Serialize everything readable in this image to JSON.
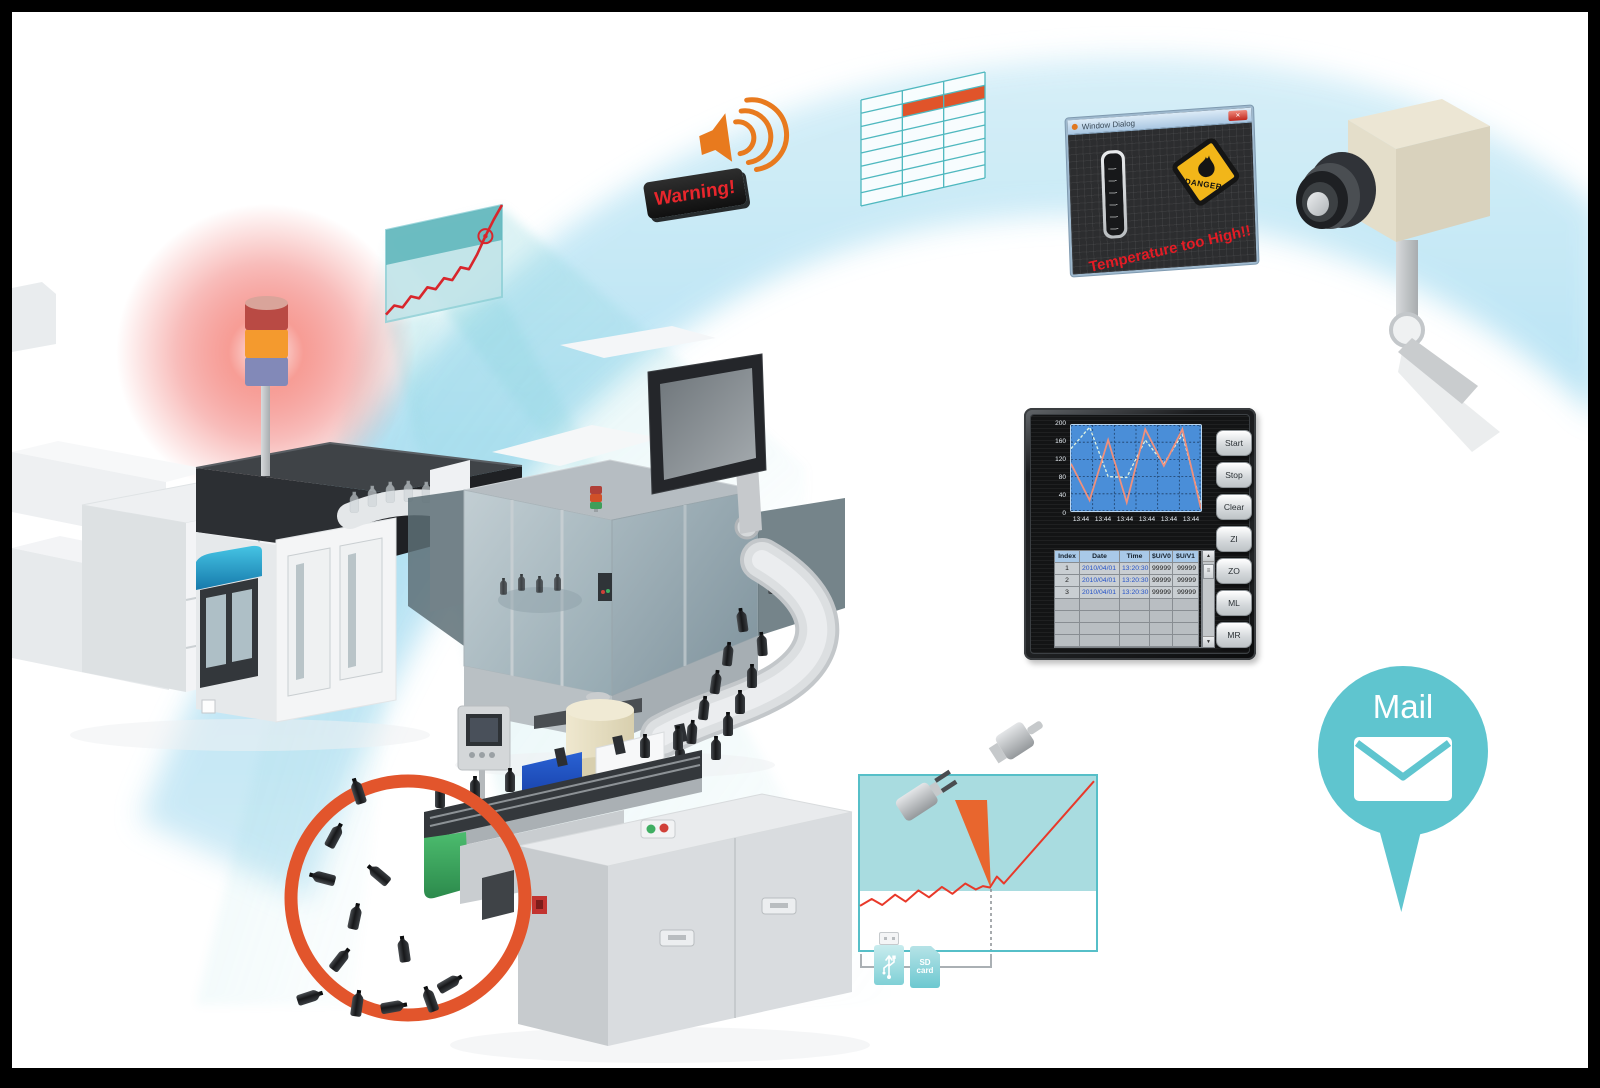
{
  "palette": {
    "accent_orange": "#e0542a",
    "band_blue": "#b5e0f2",
    "beam_teal": "#7fd0d8",
    "alarm_red": "#e0262c",
    "mail_teal": "#5fc5cf",
    "hmi_plot_blue": "#4a8ed8"
  },
  "alerts": {
    "warning_label": "Warning!",
    "speaker_icon": "speaker-with-sound-waves",
    "temperature_window": {
      "title": "Window Dialog",
      "close_icon": "×",
      "danger_sign_label": "DANGER",
      "message": "Temperature too High!!"
    }
  },
  "mail_pin": {
    "label": "Mail",
    "envelope_icon": "envelope"
  },
  "storage": {
    "sd_card_label": "SD card",
    "usb_icon": "usb-flash-drive"
  },
  "hmi_panel": {
    "buttons": [
      "Start",
      "Stop",
      "Clear",
      "ZI",
      "ZO",
      "ML",
      "MR"
    ],
    "icons": {
      "scroll_up": "▲",
      "scroll_down": "▼",
      "scroll_thumb": "≡"
    },
    "table": {
      "headers": [
        "Index",
        "Date",
        "Time",
        "$U/V0",
        "$U/V1"
      ],
      "rows": [
        [
          "1",
          "2010/04/01",
          "13:20:30",
          "99999",
          "99999"
        ],
        [
          "2",
          "2010/04/01",
          "13:20:30",
          "99999",
          "99999"
        ],
        [
          "3",
          "2010/04/01",
          "13:20:30",
          "99999",
          "99999"
        ]
      ],
      "empty_row_count": 4
    }
  },
  "chart_data": [
    {
      "id": "hmi_trend",
      "type": "line",
      "x_labels": [
        "13:44",
        "13:44",
        "13:44",
        "13:44",
        "13:44",
        "13:44"
      ],
      "y_ticks": [
        "200",
        "160",
        "120",
        "80",
        "40",
        "0"
      ],
      "ylim": [
        0,
        200
      ],
      "plot_bg": "#4a8ed8",
      "grid": true,
      "legend": false,
      "series": [
        {
          "name": "$U/V0",
          "color": "#f0907c",
          "style": "solid",
          "values": [
            110,
            25,
            165,
            20,
            190,
            105,
            190,
            5
          ]
        },
        {
          "name": "$U/V1",
          "color": "#dff2e2",
          "style": "dashed",
          "values": [
            145,
            195,
            80,
            78,
            165,
            110,
            178,
            15
          ]
        }
      ]
    },
    {
      "id": "projected_alarm_trend",
      "type": "line",
      "ylim": [
        0,
        100
      ],
      "values": [
        8,
        16,
        12,
        22,
        18,
        28,
        24,
        34,
        30,
        42,
        38,
        52,
        70,
        86,
        100
      ],
      "marker_index": 12,
      "line_color": "#d8262c",
      "note": "rising zigzag on projected screen, alarm point circled"
    },
    {
      "id": "logging_trend",
      "type": "line",
      "line_color": "#e8392a",
      "points_xy_norm": [
        [
          0,
          0.755
        ],
        [
          0.05,
          0.715
        ],
        [
          0.095,
          0.75
        ],
        [
          0.15,
          0.69
        ],
        [
          0.195,
          0.73
        ],
        [
          0.25,
          0.665
        ],
        [
          0.295,
          0.705
        ],
        [
          0.35,
          0.645
        ],
        [
          0.395,
          0.685
        ],
        [
          0.45,
          0.625
        ],
        [
          0.495,
          0.66
        ],
        [
          0.525,
          0.64
        ],
        [
          0.555,
          0.648
        ],
        [
          0.585,
          0.585
        ],
        [
          0.615,
          0.625
        ],
        [
          1,
          0.03
        ]
      ],
      "annotation": "power-failure wedge where logging continues to USB/SD"
    }
  ]
}
